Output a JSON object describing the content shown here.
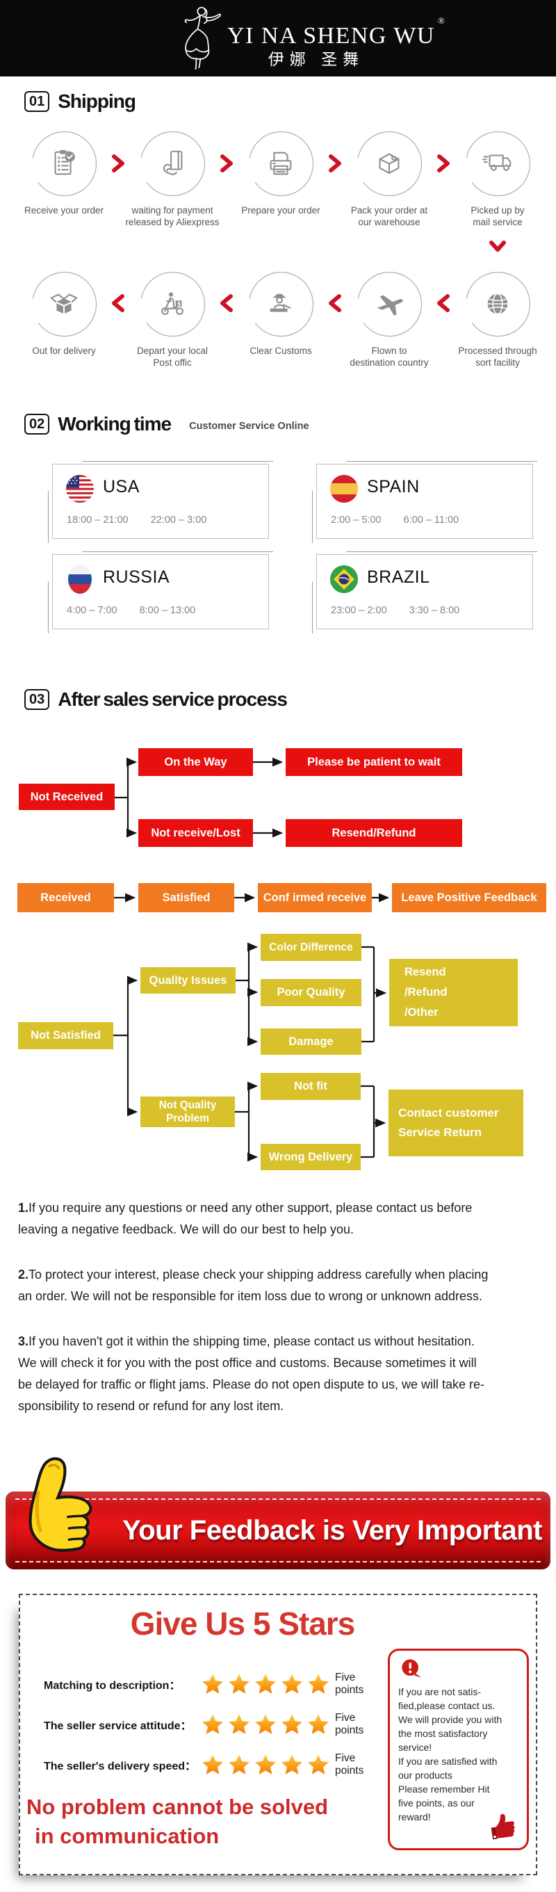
{
  "header": {
    "brand": "YI NA SHENG WU",
    "registered": "®",
    "brand_cn": "伊娜 圣舞"
  },
  "shipping": {
    "num": "01",
    "title": "Shipping",
    "row1": [
      {
        "icon": "order-checklist",
        "label": "Receive your order"
      },
      {
        "icon": "payment-card",
        "label": "waiting for payment\nreleased by Aliexpress"
      },
      {
        "icon": "printer",
        "label": "Prepare your order"
      },
      {
        "icon": "package-box",
        "label": "Pack your order at\nour warehouse"
      },
      {
        "icon": "delivery-truck",
        "label": "Picked up by\nmail service"
      }
    ],
    "row2": [
      {
        "icon": "open-box",
        "label": "Out  for delivery"
      },
      {
        "icon": "scooter",
        "label": "Depart your local\nPost offic"
      },
      {
        "icon": "customs-officer",
        "label": "Clear Customs"
      },
      {
        "icon": "airplane",
        "label": "Flown to\ndestination country"
      },
      {
        "icon": "globe",
        "label": "Processed through\nsort facility"
      }
    ]
  },
  "working": {
    "num": "02",
    "title": "Working time",
    "subtitle": "Customer Service Online",
    "countries": [
      {
        "name": "USA",
        "flag": "usa",
        "time1": "18:00 – 21:00",
        "time2": "22:00 – 3:00"
      },
      {
        "name": "SPAIN",
        "flag": "spain",
        "time1": "2:00 – 5:00",
        "time2": "6:00 – 11:00"
      },
      {
        "name": "RUSSIA",
        "flag": "russia",
        "time1": "4:00 – 7:00",
        "time2": "8:00 – 13:00"
      },
      {
        "name": "BRAZIL",
        "flag": "brazil",
        "time1": "23:00 – 2:00",
        "time2": "3:30 – 8:00"
      }
    ]
  },
  "aftersales": {
    "num": "03",
    "title": "After sales service process",
    "flow": {
      "not_received": "Not Received",
      "on_the_way": "On the Way",
      "patient": "Please be patient to wait",
      "not_receive_lost": "Not receive/Lost",
      "resend_refund": "Resend/Refund",
      "received": "Received",
      "satisfied": "Satisfied",
      "confirmed": "Conf irmed receive",
      "leave_feedback": "Leave Positive Feedback",
      "not_satisfied": "Not Satisfied",
      "quality_issues": "Quality Issues",
      "color_difference": "Color Difference",
      "poor_quality": "Poor Quality",
      "damage": "Damage",
      "resend_other": "Resend\n/Refund\n/Other",
      "not_quality_problem": "Not Quality\nProblem",
      "not_fit": "Not fit",
      "wrong_delivery": "Wrong Delivery",
      "contact_return": "Contact customer\nService Return"
    }
  },
  "notes": [
    {
      "num": "1.",
      "text": "If you require any questions or need any other support, please contact us before\nleaving a negative feedback. We will do our best to help you."
    },
    {
      "num": "2.",
      "text": "To protect your interest, please check your shipping address carefully when placing\nan order. We will not be responsible for item loss due to wrong or unknown address."
    },
    {
      "num": "3.",
      "text": "If you haven't got it within the shipping time, please contact us without hesitation.\nWe will check it for you with the post office and customs. Because sometimes it will\nbe delayed for traffic or flight jams. Please do not open dispute to us, we will take re-\nsponsibility to resend or refund for any lost item."
    }
  ],
  "banner": {
    "text": "Your Feedback is Very Important"
  },
  "rating": {
    "title": "Give Us 5 Stars",
    "rows": [
      {
        "label": "Matching to description：",
        "points": "Five points"
      },
      {
        "label": "The seller service attitude：",
        "points": "Five points"
      },
      {
        "label": "The seller's delivery speed：",
        "points": "Five points"
      }
    ],
    "slogan_line1": "No problem cannot be solved",
    "slogan_line2": "in communication",
    "note": "If you are not satis-\nfied,please contact us.\nWe will provide you with\nthe most satisfactory\nservice!\nIf you are satisfied with\nour products\nPlease remember Hit\nfive points, as our\nreward!"
  },
  "colors": {
    "flow_red": "#e8100e",
    "flow_orange": "#f1791f",
    "flow_yellow": "#d8c12a",
    "accent_red": "#cc2b2b",
    "star_orange": "#f57d00",
    "chevron_red": "#cf1125"
  }
}
